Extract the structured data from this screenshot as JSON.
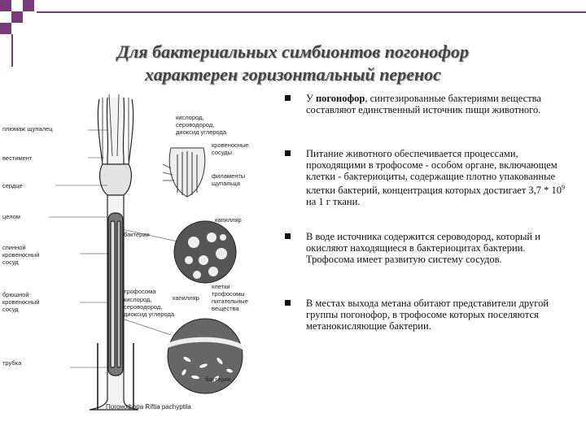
{
  "title": {
    "line1": "Для бактериальных симбионтов погонофор",
    "line2": "характерен горизонтальный перенос"
  },
  "bullets": [
    {
      "pre": "У ",
      "bold": "погонофор",
      "post": ", синтезированные бактериями вещества составляют единственный источник пищи животного."
    },
    {
      "pre": "Питание животного обеспечивается процессами, проходящими в трофосоме - особом органе, включающем клетки - бактериоциты, содержащие плотно упакованные клетки бактерий, концентрация которых достигает 3,7 * 10",
      "sup": "9",
      "post": " на 1 г ткани."
    },
    {
      "pre": "В воде источника содержится сероводород, который и окисляют находящиеся в бактериоцитах бактерии. Трофосома имеет развитую систему сосудов."
    },
    {
      "pre": "В местах выхода метана обитают представители другой группы погонофор, в трофосоме которых поселяются метанокисляющие бактерии."
    }
  ],
  "figure": {
    "caption": "Погонофора Riftia pachyptila",
    "labels": {
      "plume": "плюмаж щупалец",
      "vest": "вестимент",
      "heart": "сердце",
      "coelom": "целом",
      "bacteria": "бактерии",
      "dorsal": "спинной кровеносный сосуд",
      "ventral": "брюшной кровеносный сосуд",
      "trophosome": "трофосома",
      "tube": "трубка",
      "gases": "кислород, сероводород, диоксид углерода",
      "vessels": "кровеносные сосуды",
      "filaments": "филаменты щупальца",
      "capillary": "капилляр",
      "capillary2": "капилляр",
      "intake": "кислород, сероводород, диоксид углерода",
      "nutrients": "клетки трофосомы питательные вещества",
      "bacteria2": "бактерии"
    }
  }
}
